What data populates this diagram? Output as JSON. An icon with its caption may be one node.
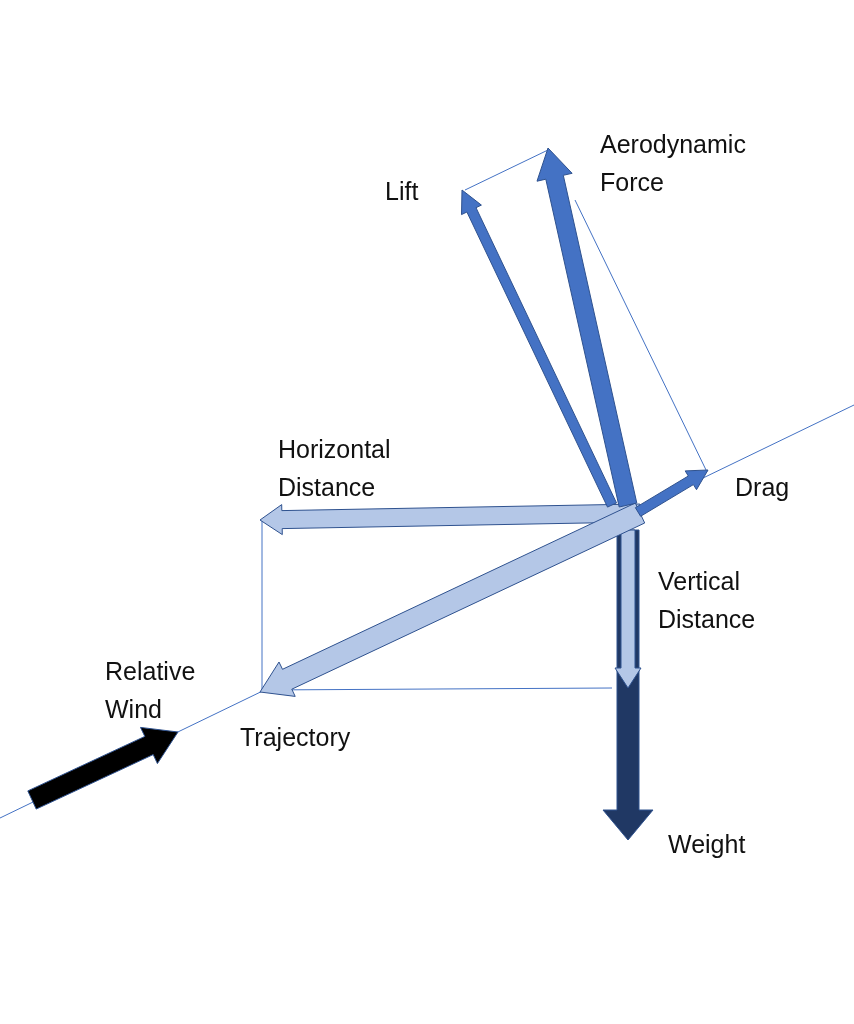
{
  "diagram": {
    "labels": [
      "Aerodynamic Force",
      "Lift",
      "Horizontal Distance",
      "Drag",
      "Vertical Distance",
      "Relative Wind",
      "Trajectory",
      "Weight"
    ]
  }
}
